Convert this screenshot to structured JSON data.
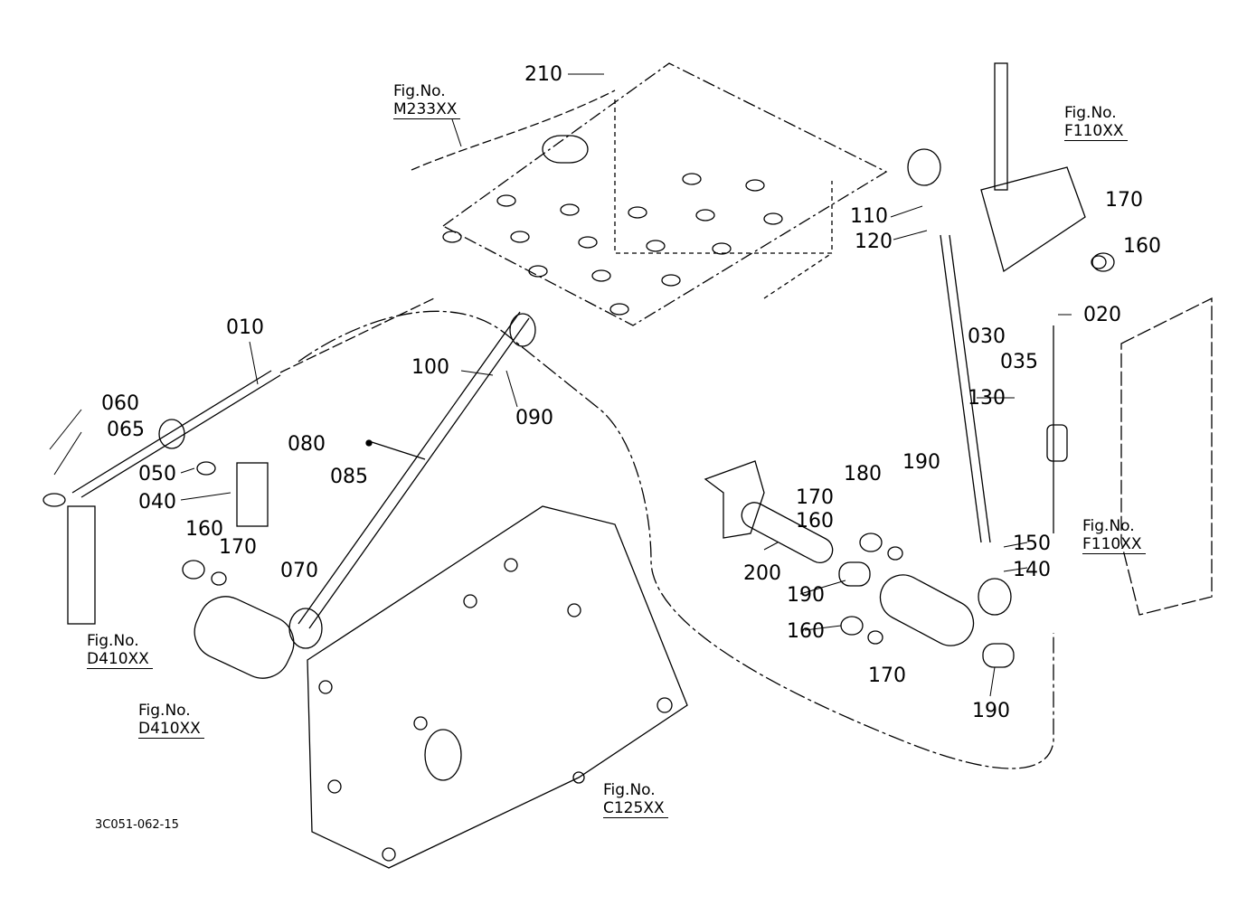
{
  "document_id": "3C051-062-15",
  "fig_ref_prefix": "Fig.No.",
  "figure_references": [
    {
      "id": "m233",
      "code": "M233XX"
    },
    {
      "id": "f110-top",
      "code": "F110XX"
    },
    {
      "id": "f110-right",
      "code": "F110XX"
    },
    {
      "id": "d410-left",
      "code": "D410XX"
    },
    {
      "id": "d410-mid",
      "code": "D410XX"
    },
    {
      "id": "c125",
      "code": "C125XX"
    }
  ],
  "part_labels": {
    "p210": "210",
    "p110": "110",
    "p120": "120",
    "p170a": "170",
    "p160a": "160",
    "p030": "030",
    "p035": "035",
    "p020": "020",
    "p010": "010",
    "p060": "060",
    "p065": "065",
    "p100": "100",
    "p090": "090",
    "p080": "080",
    "p085": "085",
    "p050": "050",
    "p040": "040",
    "p160b": "160",
    "p170b": "170",
    "p070": "070",
    "p130": "130",
    "p180": "180",
    "p190a": "190",
    "p170c": "170",
    "p160c": "160",
    "p200": "200",
    "p190b": "190",
    "p150": "150",
    "p140": "140",
    "p160d": "160",
    "p170d": "170",
    "p190c": "190"
  }
}
